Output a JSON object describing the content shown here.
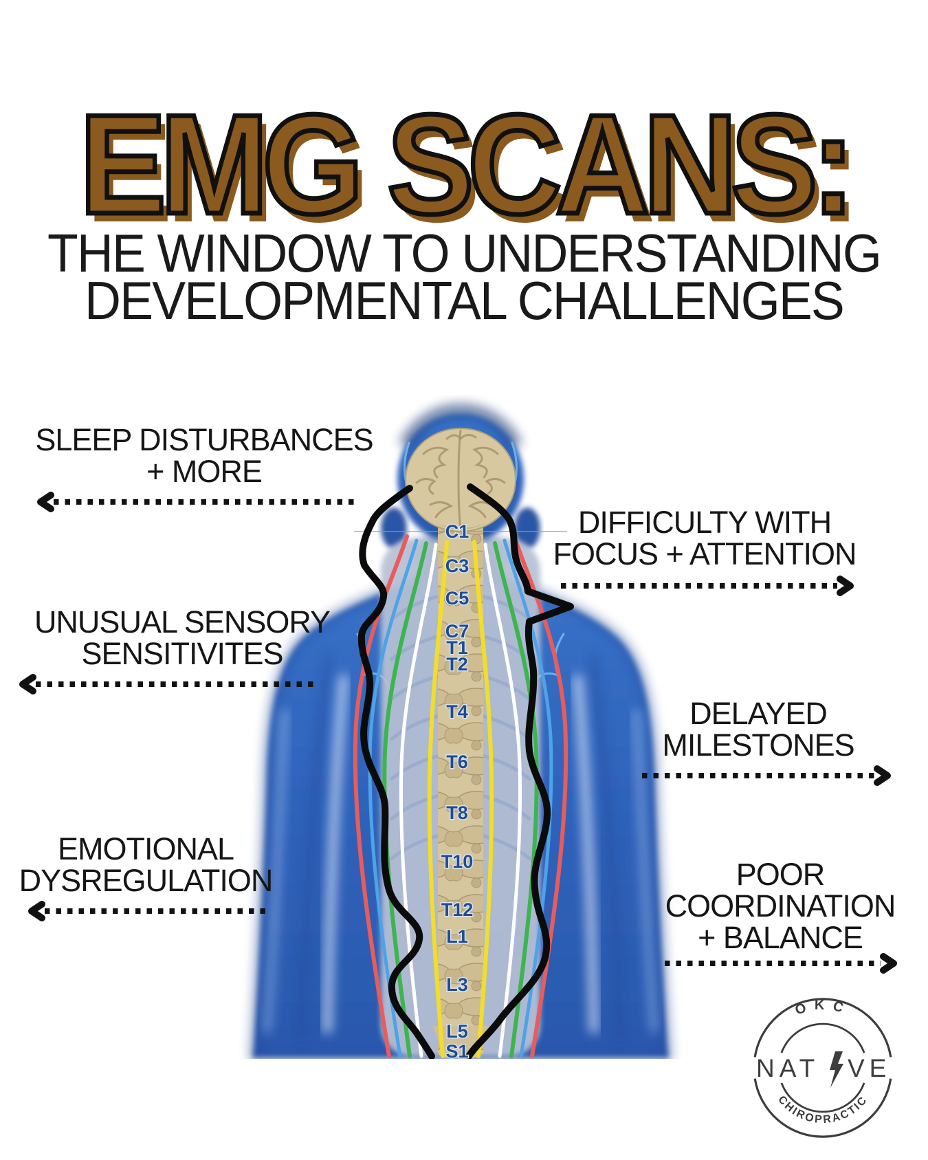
{
  "title": {
    "text": "EMG SCANS:"
  },
  "subtitle": {
    "line1": "THE WINDOW TO UNDERSTANDING",
    "line2": "DEVELOPMENTAL CHALLENGES"
  },
  "callouts": [
    {
      "id": "sleep",
      "side": "left",
      "arrow": "left",
      "lines": [
        "SLEEP DISTURBANCES",
        "+ MORE"
      ]
    },
    {
      "id": "focus",
      "side": "right",
      "arrow": "right",
      "lines": [
        "DIFFICULTY WITH",
        "FOCUS + ATTENTION"
      ]
    },
    {
      "id": "sensory",
      "side": "left",
      "arrow": "left",
      "lines": [
        "UNUSUAL SENSORY",
        "SENSITIVITES"
      ]
    },
    {
      "id": "milestones",
      "side": "right",
      "arrow": "right",
      "lines": [
        "DELAYED",
        "MILESTONES"
      ]
    },
    {
      "id": "emotional",
      "side": "left",
      "arrow": "left",
      "lines": [
        "EMOTIONAL",
        "DYSREGULATION"
      ]
    },
    {
      "id": "coordination",
      "side": "right",
      "arrow": "right",
      "lines": [
        "POOR",
        "COORDINATION",
        "+ BALANCE"
      ]
    }
  ],
  "spine": {
    "labels": [
      "C1",
      "C3",
      "C5",
      "C7",
      "T1",
      "T2",
      "T4",
      "T6",
      "T8",
      "T10",
      "T12",
      "L1",
      "L3",
      "L5",
      "S1"
    ]
  },
  "logo": {
    "top": "OKC",
    "name_left": "NAT",
    "name_right": "VE",
    "bolt_icon": "lightning-bolt",
    "bottom": "CHIROPRACTIC"
  },
  "colors": {
    "title_brown": "#8a5a1f",
    "ink": "#161616",
    "label_blue": "#1e4c92",
    "logo_gray": "#3d3d3d",
    "body_blue": "#2f63bb",
    "band_gray": "#b7c1d4",
    "spine_tan": "#d6c69e",
    "nerve_red": "#e85c5c",
    "nerve_blue": "#4da3e8",
    "nerve_green": "#3cb54e",
    "nerve_yellow": "#f2dd2a",
    "nerve_white": "#ffffff",
    "trace_black": "#0b0b0b"
  }
}
